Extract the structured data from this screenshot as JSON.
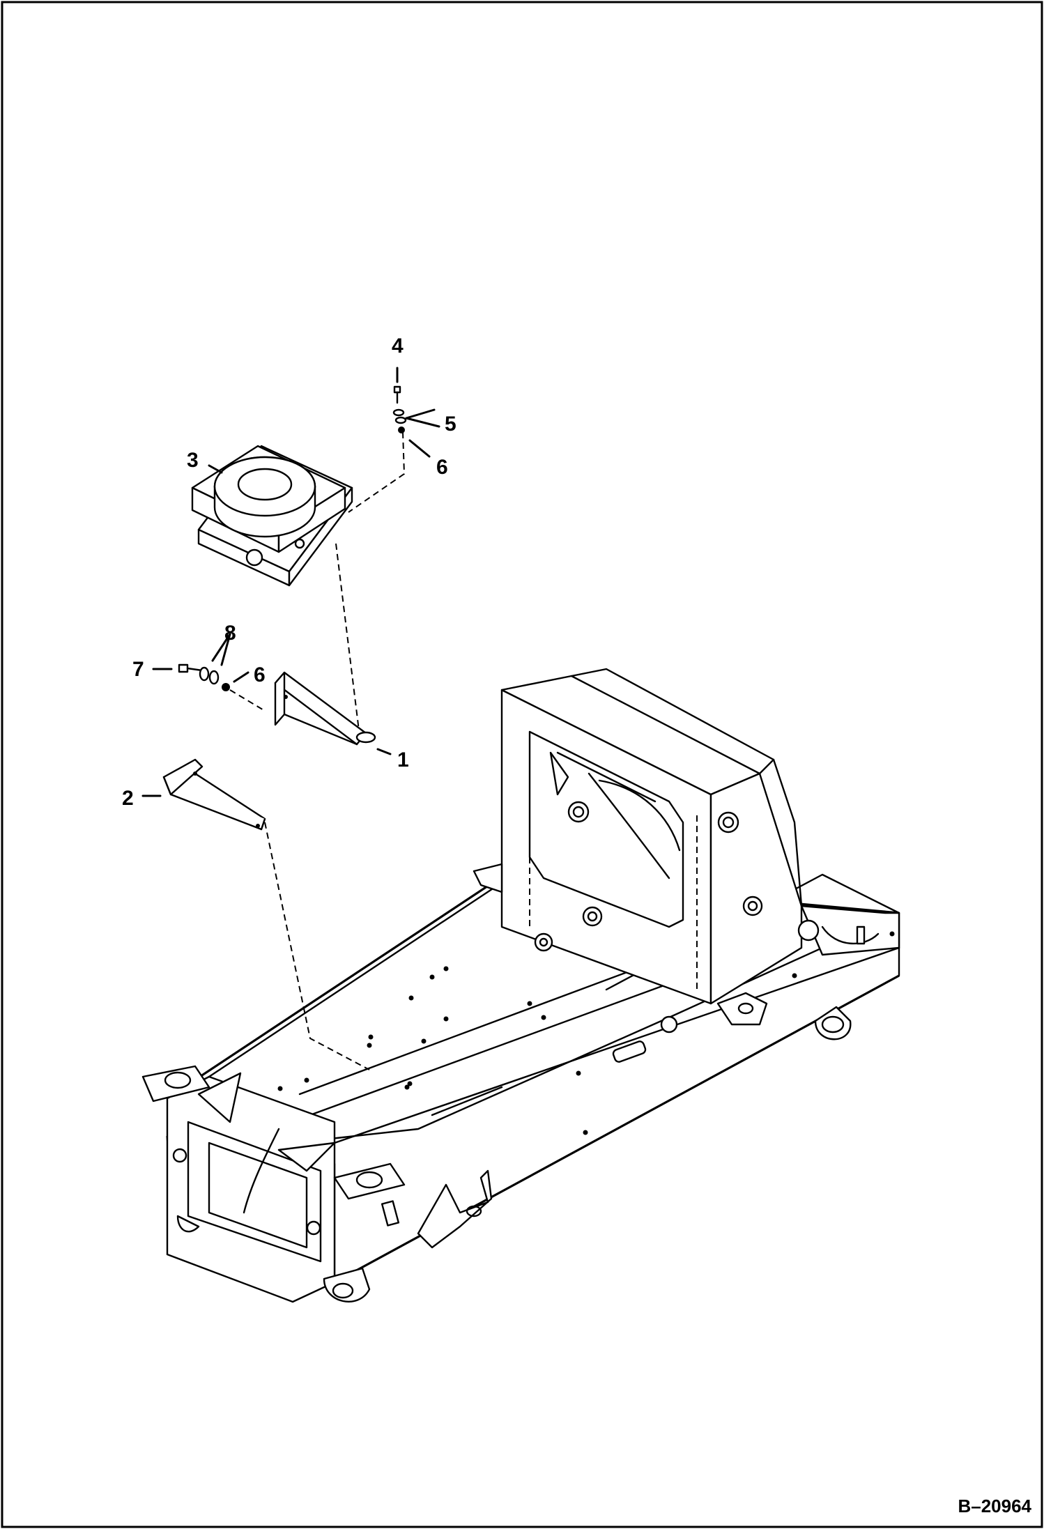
{
  "diagram": {
    "figure_number": "B–20964",
    "callouts": [
      {
        "id": "c1",
        "label": "1"
      },
      {
        "id": "c2",
        "label": "2"
      },
      {
        "id": "c3",
        "label": "3"
      },
      {
        "id": "c4",
        "label": "4"
      },
      {
        "id": "c5",
        "label": "5"
      },
      {
        "id": "c6a",
        "label": "6"
      },
      {
        "id": "c6b",
        "label": "6"
      },
      {
        "id": "c7",
        "label": "7"
      },
      {
        "id": "c8",
        "label": "8"
      }
    ]
  }
}
